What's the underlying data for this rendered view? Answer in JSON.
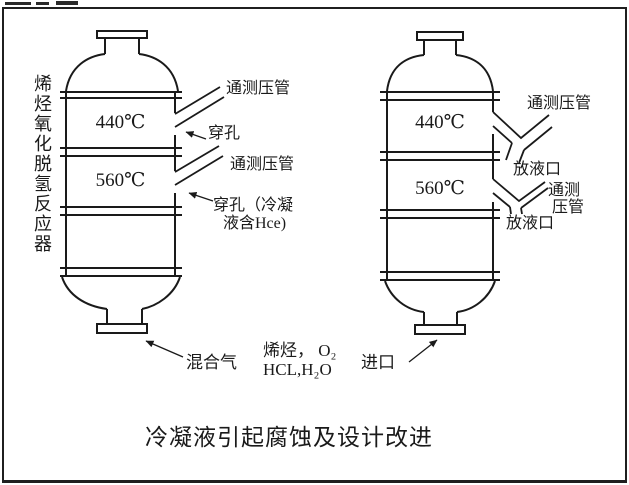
{
  "page": {
    "background": "#ffffff",
    "line_color": "#1a1a1a"
  },
  "title": "冷凝液引起腐蚀及设计改进",
  "reactor_label": "烯烃氧化脱氢反应器",
  "left_vessel": {
    "temp_top": "440℃",
    "temp_mid": "560℃",
    "pressure_tube_label_1": "通测压管",
    "perforation_label": "穿孔",
    "pressure_tube_label_2": "通测压管",
    "perforation_note_line1": "穿孔（冷凝",
    "perforation_note_line2": "液含Hce)",
    "inlet_label": "混合气"
  },
  "right_vessel": {
    "temp_top": "440℃",
    "temp_mid": "560℃",
    "pressure_tube_label_1": "通测压管",
    "drain_label_1": "放液口",
    "pressure_tube_label_2_line1": "通测",
    "pressure_tube_label_2_line2": "压管",
    "drain_label_2": "放液口",
    "inlet_label": "进口"
  },
  "feed": {
    "line1": "烯烃， O₂",
    "line2": "HCL,H₂O"
  }
}
